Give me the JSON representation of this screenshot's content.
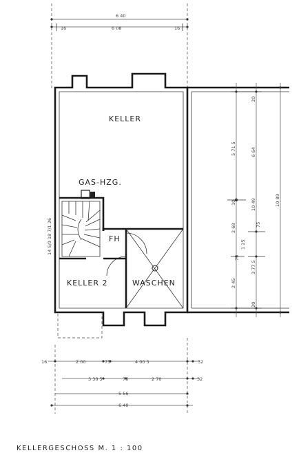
{
  "plan": {
    "caption": "KELLERGESCHOSS   M. 1 : 100",
    "rooms": {
      "keller": "KELLER",
      "gas": "GAS-HZG.",
      "fh": "FH",
      "keller2": "KELLER 2",
      "waschen": "WASCHEN"
    },
    "dims_top": {
      "overall": "6 40",
      "left": "16",
      "middle": "6 08",
      "right": "16"
    },
    "dims_right": {
      "outer_20_top": "20",
      "d5715": "5 71 5",
      "d664": "6 64",
      "d10": "10",
      "d1049": "10 49",
      "d1089": "10 89",
      "d268": "2 68",
      "d125": "1 25",
      "d75a": "75",
      "d75b": "75",
      "d245": "2 45",
      "d3775": "3 77 5",
      "outer_20_bottom": "20"
    },
    "dims_left": {
      "stairs": "14 S/0 18 7/1 26"
    },
    "dims_bottom": {
      "r1_left": "16",
      "r1_a": "2 00",
      "r1_b": "75",
      "r1_c": "4 00 5",
      "r1_right": "32",
      "r2_a": "3 30 5",
      "r2_b": "75",
      "r2_c": "2 70",
      "r2_right": "32",
      "r3": "5 56",
      "r4": "6 40"
    }
  }
}
